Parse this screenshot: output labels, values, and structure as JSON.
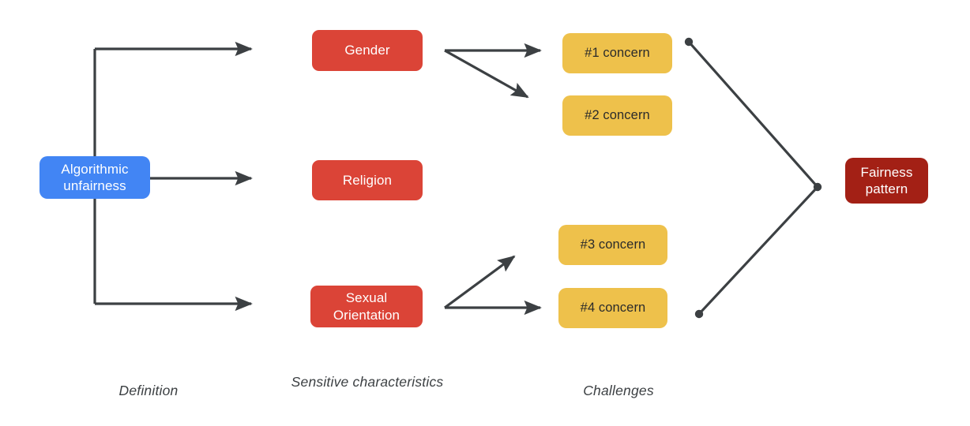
{
  "diagram": {
    "title": "Algorithmic unfairness to fairness pattern flow",
    "colors": {
      "definition": "#4285f4",
      "sensitive": "#db4437",
      "challenge": "#eec14b",
      "pattern": "#a32015",
      "edge": "#3c4043",
      "background": "#ffffff",
      "label_text": "#3c4043"
    },
    "nodes": {
      "definition": {
        "label": "Algorithmic unfairness"
      },
      "sensitive": [
        {
          "label": "Gender"
        },
        {
          "label": "Religion"
        },
        {
          "label": "Sexual Orientation"
        }
      ],
      "challenges": [
        {
          "label": "#1 concern"
        },
        {
          "label": "#2 concern"
        },
        {
          "label": "#3 concern"
        },
        {
          "label": "#4 concern"
        }
      ],
      "pattern": {
        "label": "Fairness pattern"
      }
    },
    "stage_labels": [
      {
        "label": "Definition"
      },
      {
        "label": "Sensitive characteristics"
      },
      {
        "label": "Challenges"
      }
    ]
  }
}
